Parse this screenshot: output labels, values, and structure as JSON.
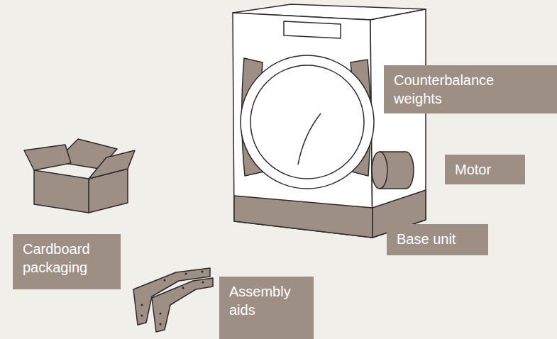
{
  "diagram": {
    "nodes": [
      {
        "text": [
          "Counterbalance weights"
        ]
      },
      {
        "text": [
          "Motor"
        ]
      },
      {
        "text": [
          "Cardboard packaging"
        ]
      },
      {
        "text": [
          "Base unit"
        ]
      },
      {
        "text": [
          "Assembly aids"
        ]
      }
    ]
  }
}
